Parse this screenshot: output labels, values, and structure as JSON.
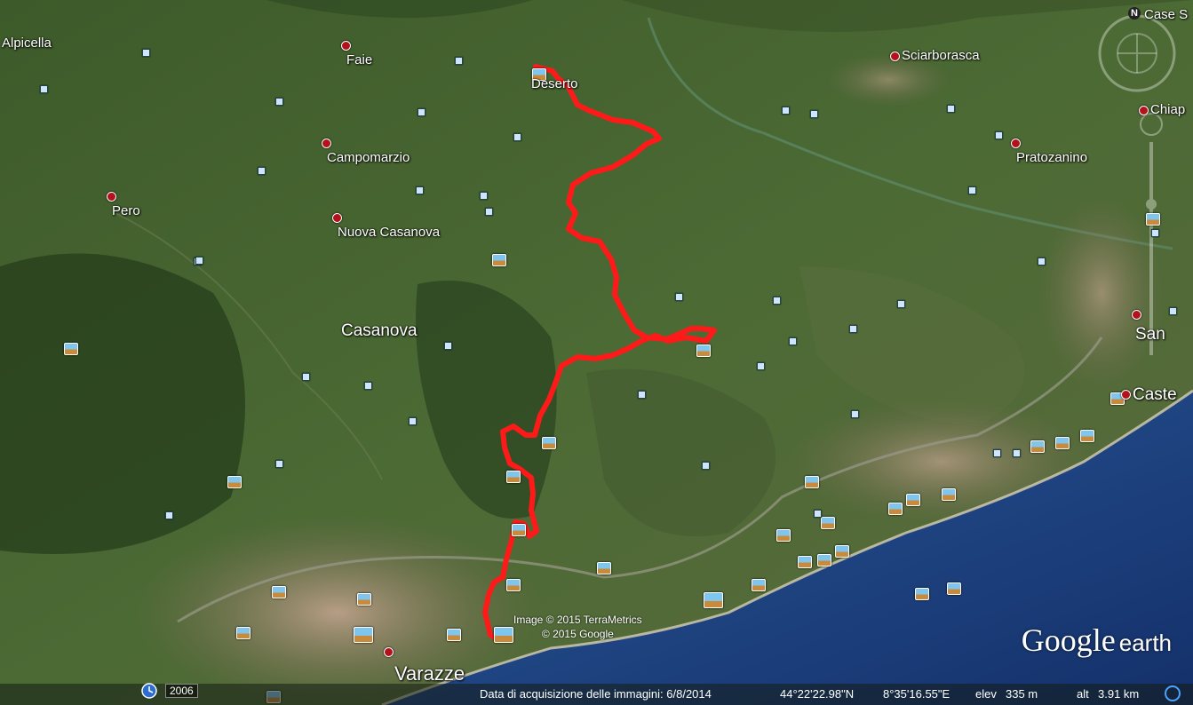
{
  "places": {
    "alpicella": "Alpicella",
    "faie": "Faie",
    "deserto": "Deserto",
    "sciarborasca": "Sciarborasca",
    "case_s": "Case S",
    "chiap": "Chiap",
    "campomarzio": "Campomarzio",
    "pratozanino": "Pratozanino",
    "pero": "Pero",
    "nuova_casanova": "Nuova Casanova",
    "casanova": "Casanova",
    "san": "San",
    "caste": "Caste",
    "varazze": "Varazze"
  },
  "copyright": {
    "line1": "Image © 2015 TerraMetrics",
    "line2": "© 2015 Google"
  },
  "brand": {
    "google": "Google",
    "earth": "earth"
  },
  "compass": {
    "north": "N"
  },
  "history": {
    "year": "2006"
  },
  "status": {
    "acquisition_date": "Data di acquisizione delle immagini: 6/8/2014",
    "latitude": "44°22'22.98\"N",
    "longitude": "8°35'16.55\"E",
    "elev_label": "elev",
    "elev_value": "335 m",
    "alt_label": "alt",
    "alt_value": "3.91 km"
  },
  "colors": {
    "track": "#ff1a1a",
    "sea": "#1d3f7a",
    "place_dot": "#b3121b"
  }
}
